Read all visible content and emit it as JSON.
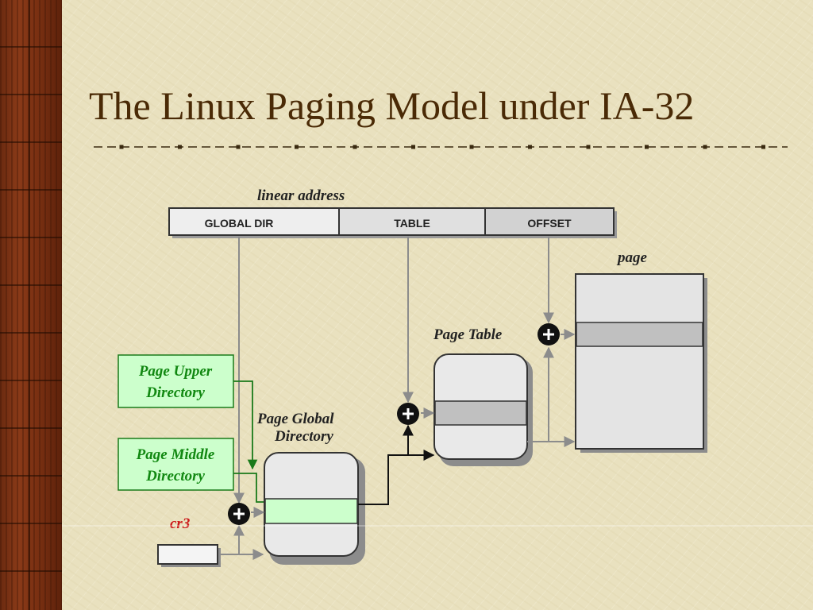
{
  "slide": {
    "title": "The Linux Paging Model under IA-32"
  },
  "diagram": {
    "linear_address_label": "linear address",
    "fields": {
      "global_dir": "GLOBAL DIR",
      "table": "TABLE",
      "offset": "OFFSET"
    },
    "page_label": "page",
    "page_table_label": "Page Table",
    "page_global_directory_label": [
      "Page Global",
      "Directory"
    ],
    "page_upper_directory_label": [
      "Page Upper",
      "Directory"
    ],
    "page_middle_directory_label": [
      "Page Middle",
      "Directory"
    ],
    "cr3_label": "cr3"
  },
  "colors": {
    "title": "#4a2a06",
    "green_box_fill": "#ccffcc",
    "green_box_border": "#1a7a1a",
    "green_text": "#118811",
    "cr3": "#cc1a1a",
    "arrow": "#8c8c8c",
    "dark_arrow": "#111111"
  }
}
